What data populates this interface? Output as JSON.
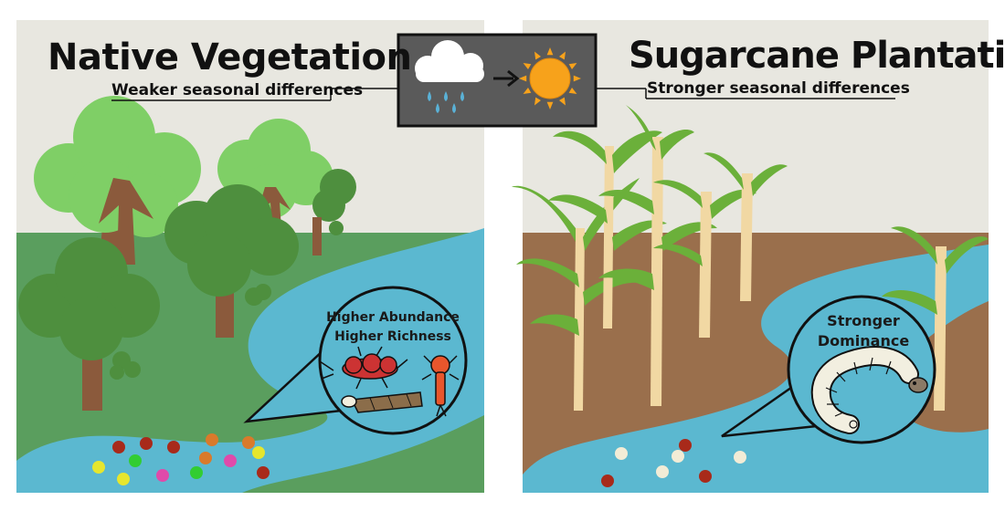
{
  "left_panel": {
    "title": "Native Vegetation",
    "subtitle": "Weaker seasonal differences",
    "callout_line1": "Higher Abundance",
    "callout_line2": "Higher Richness"
  },
  "right_panel": {
    "title": "Sugarcane Plantation",
    "subtitle": "Stronger seasonal differences",
    "callout_line1": "Stronger",
    "callout_line2": "Dominance"
  },
  "season_box": {
    "from_icon": "rain-cloud-icon",
    "arrow_icon": "arrow-right-icon",
    "to_icon": "sun-icon"
  },
  "colors": {
    "sky": "#e8e7e0",
    "native_ground": "#5a9e5e",
    "plantation_soil": "#9a6f4c",
    "river": "#5bb8d0",
    "canopy_light": "#7fcf66",
    "canopy_dark": "#4e8f3e",
    "trunk": "#8b5a3c",
    "cane_stalk": "#f1d8a3",
    "cane_leaf": "#6bb03a",
    "sun": "#f7a21b",
    "raindrop": "#5ab1d6",
    "season_box_fill": "#5a5a5a",
    "insect_red": "#cc3333",
    "insect_orange": "#e8562c",
    "larva": "#f2efe0"
  },
  "legend_dots_left": [
    "#a82a1a",
    "#d97a2b",
    "#a82a1a",
    "#d97a2b",
    "#a82a1a",
    "#32cd32",
    "#e6e62e",
    "#e6e62e",
    "#d97a2b",
    "#e04aaa",
    "#32cd32",
    "#e04aaa",
    "#e6e62e",
    "#a82a1a"
  ],
  "legend_dots_right": [
    "#f2ecd6",
    "#a82a1a",
    "#f2ecd6",
    "#f2ecd6",
    "#a82a1a",
    "#f2ecd6",
    "#a82a1a"
  ]
}
